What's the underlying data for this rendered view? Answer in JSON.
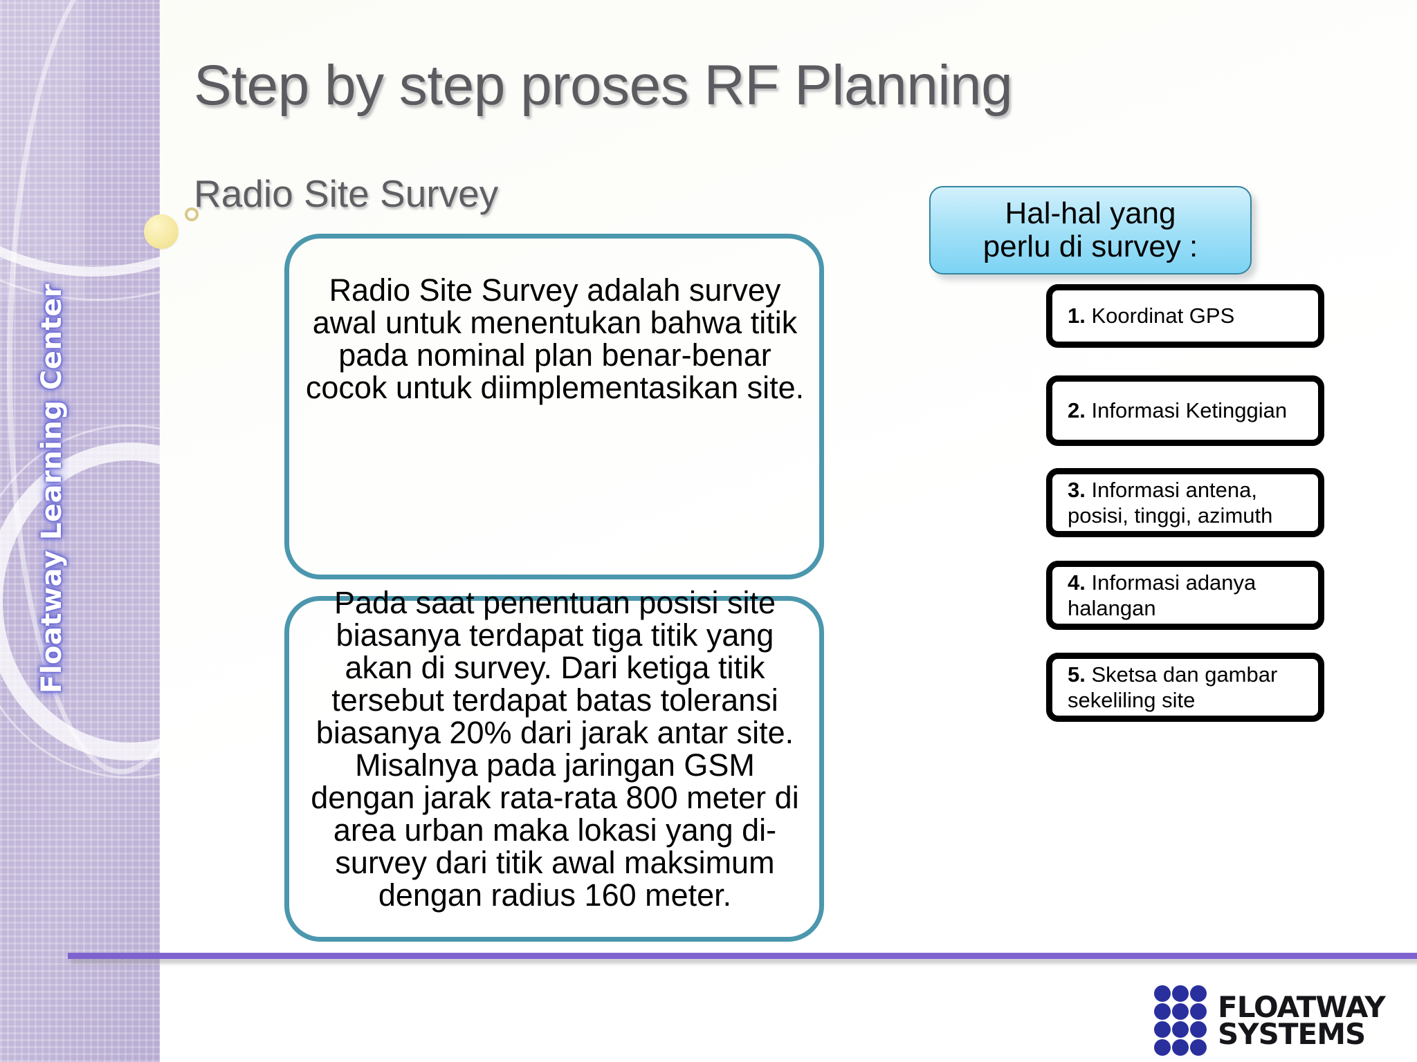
{
  "slide": {
    "title": "Step by step proses RF Planning",
    "subtitle": "Radio Site Survey"
  },
  "brand": {
    "vertical_label": "Floatway Learning Center",
    "logo_line1": "FLOATWAY",
    "logo_line2": "SYSTEMS"
  },
  "boxes": {
    "definition": "Radio Site Survey adalah survey awal untuk menentukan bahwa titik pada nominal plan benar-benar cocok untuk diimplementasikan site.",
    "detail": "Pada saat penentuan posisi site biasanya terdapat tiga titik yang akan di survey.  Dari ketiga titik tersebut terdapat batas toleransi biasanya 20% dari jarak antar site. Misalnya pada jaringan GSM dengan jarak rata-rata 800 meter di area urban maka lokasi yang di-survey dari titik awal maksimum dengan radius 160 meter."
  },
  "callout": {
    "heading": "Hal-hal yang\nperlu di survey :"
  },
  "survey_items": [
    {
      "number": "1.",
      "text": "Koordinat GPS"
    },
    {
      "number": "2.",
      "text": "Informasi Ketinggian"
    },
    {
      "number": "3.",
      "text": "Informasi antena, posisi, tinggi, azimuth"
    },
    {
      "number": "4.",
      "text": "Informasi adanya halangan"
    },
    {
      "number": "5.",
      "text": "Sketsa dan gambar sekeliling site"
    }
  ],
  "colors": {
    "sidebar_purple": "#c7bcdd",
    "title_gray": "#5b5b60",
    "teal_border": "#4b97ae",
    "callout_blue": "#a9e3f8",
    "callout_border": "#36849e",
    "divider_purple": "#7e63cf",
    "logo_blue": "#2a2f9e",
    "accent_yellow": "#f2e6a0"
  }
}
